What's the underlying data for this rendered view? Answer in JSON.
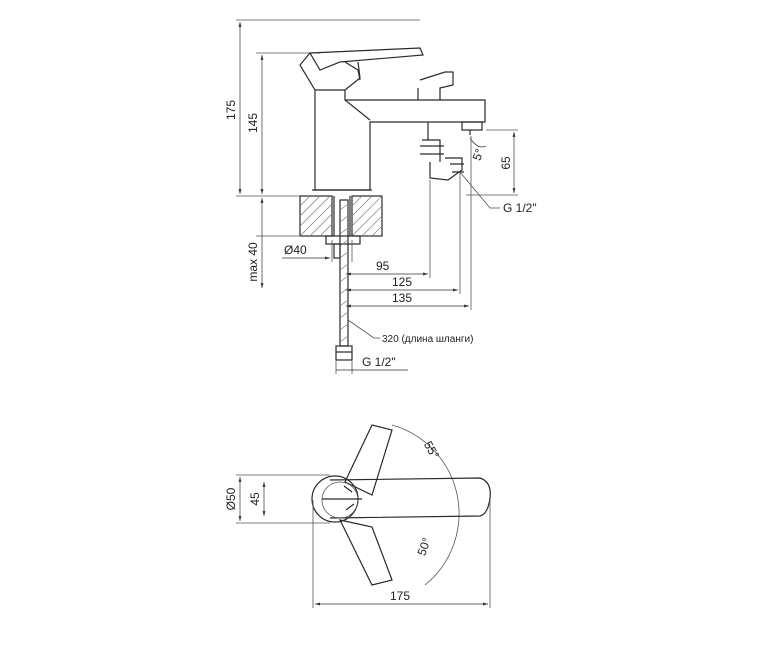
{
  "dimensions": {
    "height_total": "175",
    "height_spout": "145",
    "body_width": "45",
    "outlet_height": "65",
    "angle_tilt": "5°",
    "thread_outlet": "G 1/2\"",
    "max_deck": "max 40",
    "mount_diameter": "Ø40",
    "reach_95": "95",
    "reach_125": "125",
    "reach_135": "135",
    "hose_length": "320 (длина шланги)",
    "thread_hose": "G 1/2\"",
    "angle_55": "55°",
    "angle_50": "50°",
    "base_diameter": "Ø50",
    "top_45": "45",
    "length_175": "175"
  }
}
